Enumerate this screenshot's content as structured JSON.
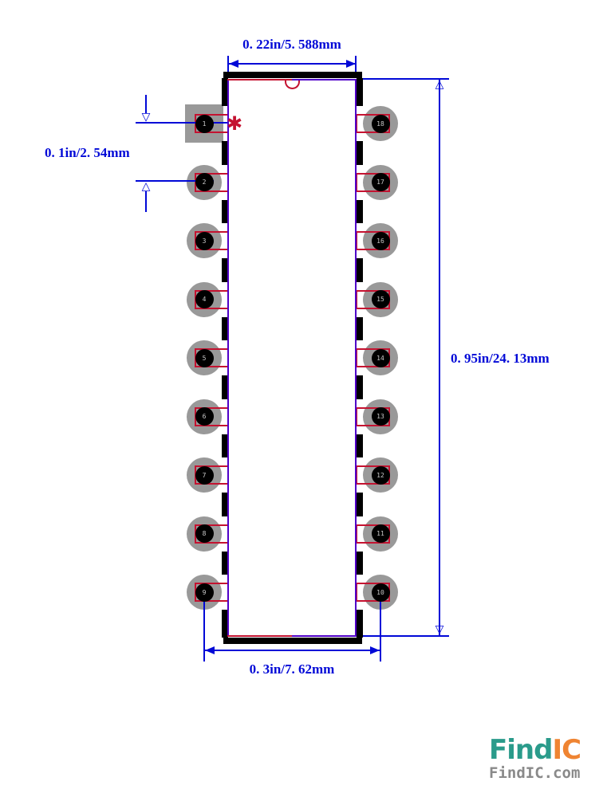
{
  "dimensions": {
    "top_width": "0. 22in/5. 588mm",
    "pin_pitch": "0. 1in/2. 54mm",
    "body_height": "0. 95in/24. 13mm",
    "row_spacing": "0. 3in/7. 62mm"
  },
  "pins": {
    "left": [
      "1",
      "2",
      "3",
      "4",
      "5",
      "6",
      "7",
      "8",
      "9"
    ],
    "right": [
      "18",
      "17",
      "16",
      "15",
      "14",
      "13",
      "12",
      "11",
      "10"
    ]
  },
  "markers": {
    "pin1_asterisk": "✱",
    "up_arrow": "△",
    "down_arrow": "▽"
  },
  "logo": {
    "part1": "Find",
    "part2": "IC",
    "caption": "FindIC.com"
  },
  "colors": {
    "dimension_blue": "#0008D7",
    "outline_red": "#C41230",
    "courtyard_purple": "#5000C8",
    "pad_gray": "#999999",
    "silkscreen_black": "#000000",
    "logo_teal": "#2A9B8B",
    "logo_orange": "#EF8432",
    "logo_gray": "#8A8A8A"
  }
}
